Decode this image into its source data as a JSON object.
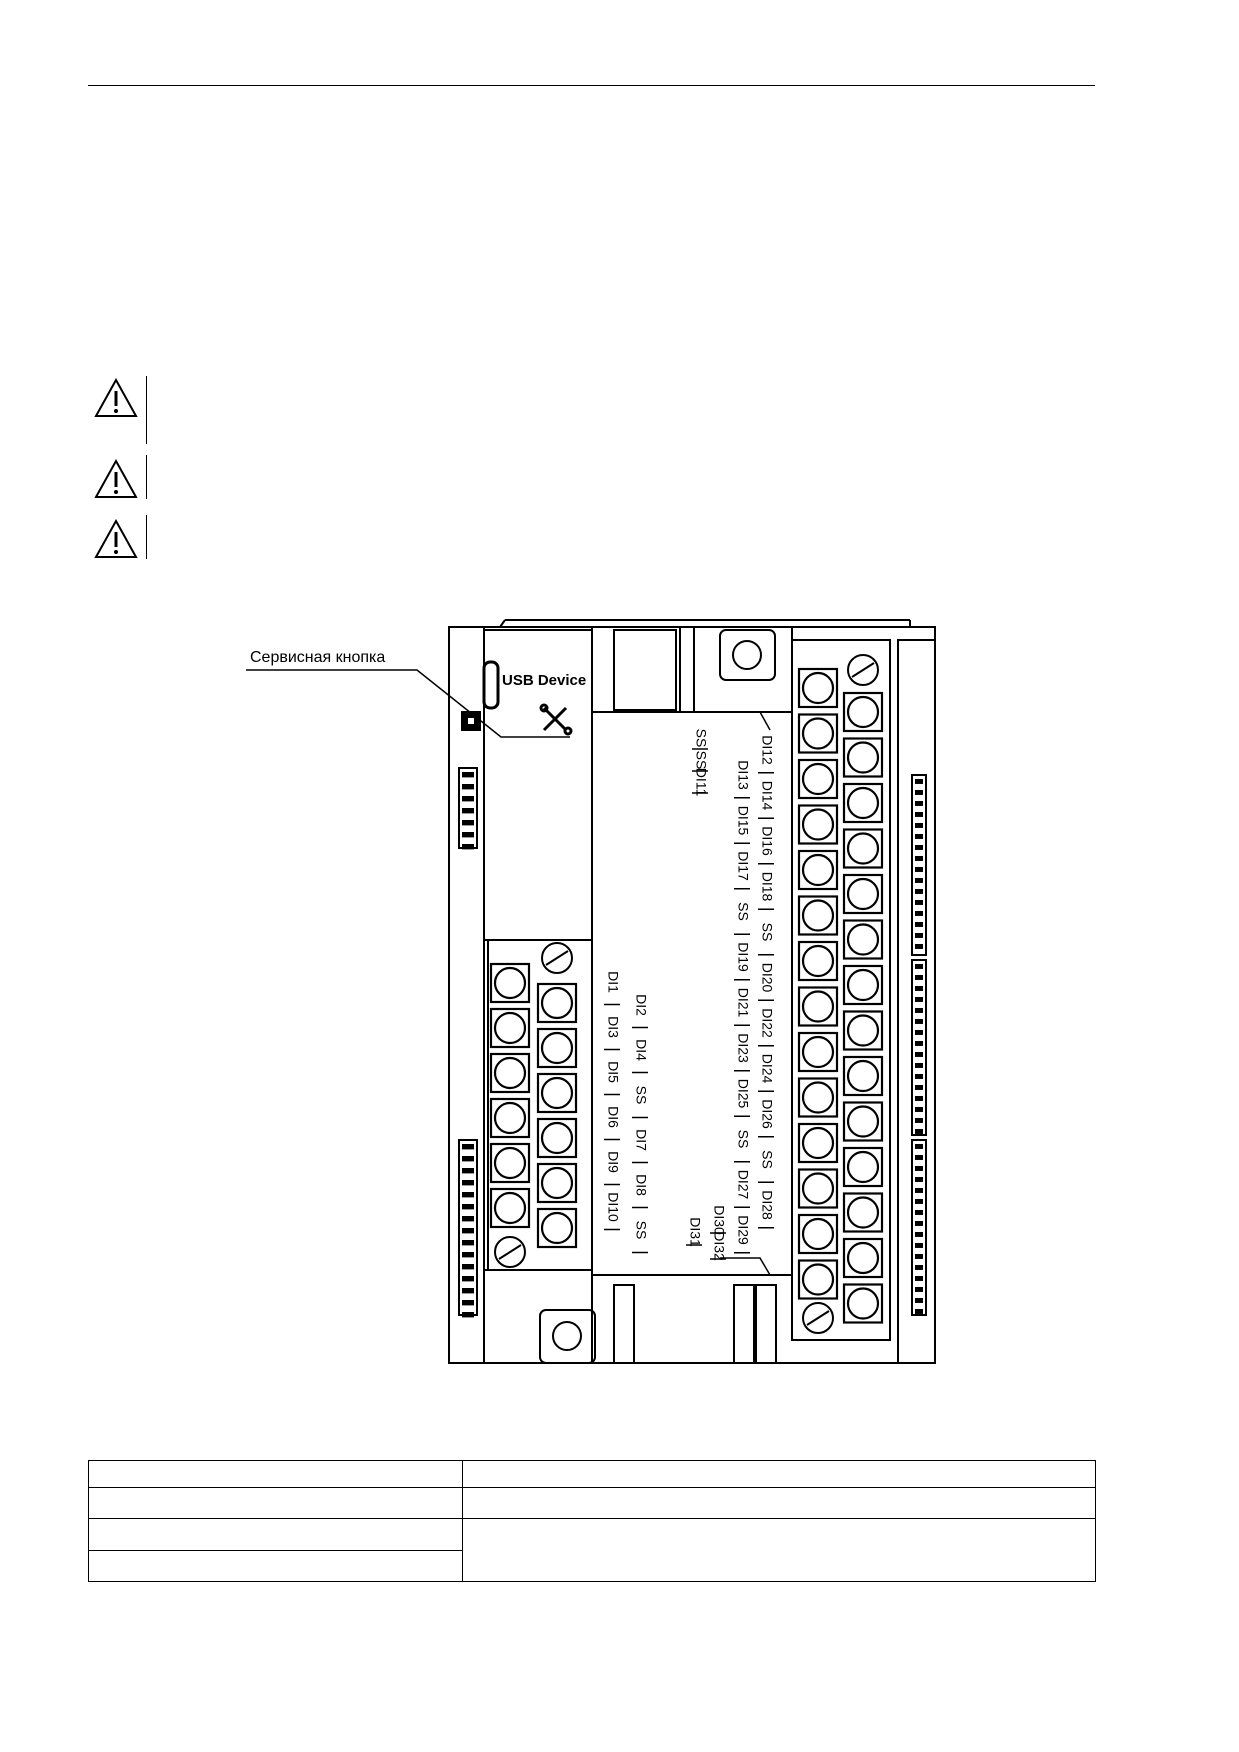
{
  "figure": {
    "callout_label": "Сервисная кнопка",
    "usb_label": "USB Device",
    "left_top_labels": [
      "SS",
      "SS",
      "DI11"
    ],
    "center_upper_col1": [
      "DI12",
      "DI14",
      "DI16",
      "DI18",
      "SS",
      "DI20",
      "DI22",
      "DI24",
      "DI26",
      "SS",
      "DI28"
    ],
    "center_upper_col2": [
      "DI13",
      "DI15",
      "DI17",
      "SS",
      "DI19",
      "DI21",
      "DI23",
      "DI25",
      "SS",
      "DI27",
      "DI29"
    ],
    "bottom_col_a": [
      "DI30",
      "DI32"
    ],
    "bottom_col_b": [
      "DI31"
    ],
    "left_block_col1": [
      "DI1",
      "DI3",
      "DI5",
      "DI6",
      "DI9",
      "DI10"
    ],
    "left_block_col2": [
      "DI2",
      "DI4",
      "SS",
      "DI7",
      "DI8",
      "SS"
    ]
  }
}
